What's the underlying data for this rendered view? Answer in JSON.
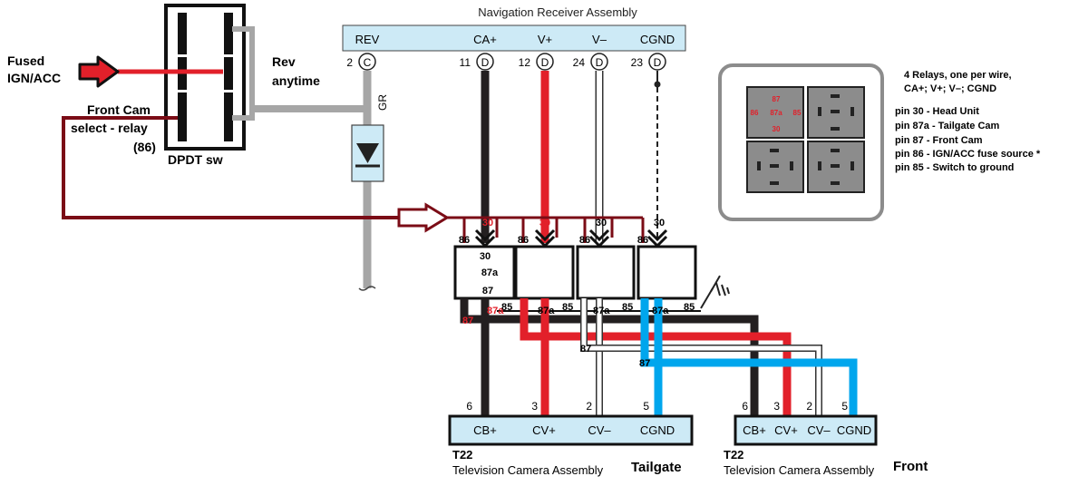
{
  "receiver": {
    "title": "Navigation Receiver Assembly",
    "pins": [
      {
        "label": "REV",
        "num": "2",
        "letter": "C"
      },
      {
        "label": "CA+",
        "num": "11",
        "letter": "D"
      },
      {
        "label": "V+",
        "num": "12",
        "letter": "D"
      },
      {
        "label": "V–",
        "num": "24",
        "letter": "D"
      },
      {
        "label": "CGND",
        "num": "23",
        "letter": "D"
      }
    ]
  },
  "switch": {
    "input_label_1": "Fused",
    "input_label_2": "IGN/ACC",
    "rev_label_1": "Rev",
    "rev_label_2": "anytime",
    "front_label_1": "Front Cam",
    "front_label_2": "select - relay",
    "front_label_3": "(86)",
    "name": "DPDT sw"
  },
  "rev_wire_label": "GR",
  "relays": {
    "pin_30": "30",
    "pin_86": "86",
    "pin_85": "85",
    "pin_87": "87",
    "pin_87a": "87a",
    "inner_labels": [
      "30",
      "87a",
      "87"
    ]
  },
  "legend": {
    "line_1": "4 Relays, one per wire,",
    "line_2": "CA+; V+; V–; CGND",
    "pins": [
      "pin 30 - Head Unit",
      "pin 87a - Tailgate Cam",
      "pin 87 - Front Cam",
      "pin 86 - IGN/ACC fuse source *",
      "pin 85 - Switch to ground"
    ],
    "socket_pins": {
      "p87": "87",
      "p87a": "87a",
      "p86": "86",
      "p85": "85",
      "p30": "30"
    }
  },
  "cameras": [
    {
      "connector": "T22",
      "name": "Television Camera Assembly",
      "location": "Tailgate",
      "pins": [
        {
          "num": "6",
          "label": "CB+"
        },
        {
          "num": "3",
          "label": "CV+"
        },
        {
          "num": "2",
          "label": "CV–"
        },
        {
          "num": "5",
          "label": "CGND"
        }
      ]
    },
    {
      "connector": "T22",
      "name": "Television Camera Assembly",
      "location": "Front",
      "pins": [
        {
          "num": "6",
          "label": "CB+"
        },
        {
          "num": "3",
          "label": "CV+"
        },
        {
          "num": "2",
          "label": "CV–"
        },
        {
          "num": "5",
          "label": "CGND"
        }
      ]
    }
  ],
  "colors": {
    "black": "#231f20",
    "red": "#e2202a",
    "gray": "#a6a6a6",
    "blue": "#00a6ed",
    "darkred": "#7b0c16",
    "header_fill": "#cdeaf6",
    "relay_gray": "#8c8c8c"
  }
}
